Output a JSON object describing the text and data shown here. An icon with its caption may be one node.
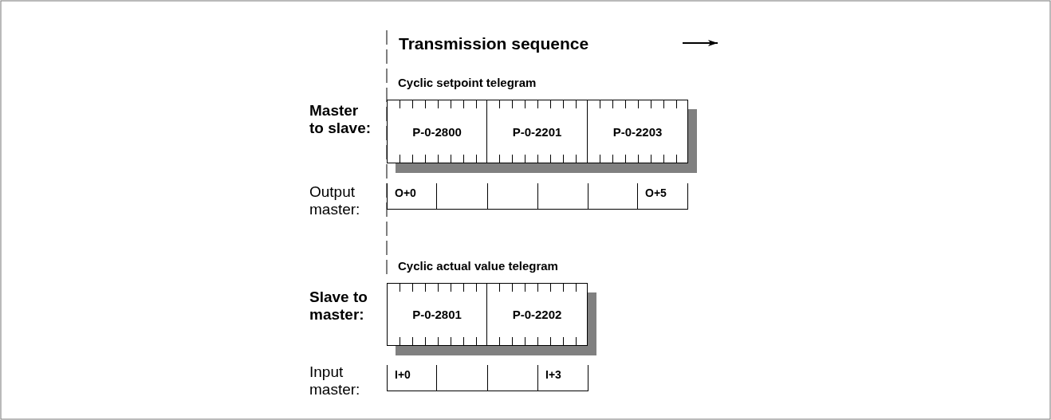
{
  "diagram": {
    "nodes": [
      {
        "text": [
          "Cyclic setpoint telegram"
        ]
      },
      {
        "text": [
          "P-0-2800"
        ],
        "in": 0
      },
      {
        "text": [
          "P-0-2201"
        ],
        "in": 0
      },
      {
        "text": [
          "P-0-2203"
        ],
        "in": 0
      },
      {
        "text": [
          "O+0"
        ]
      },
      {
        "text": [],
        "shape": "box"
      },
      {
        "text": [],
        "shape": "box"
      },
      {
        "text": [],
        "shape": "box"
      },
      {
        "text": [],
        "shape": "box"
      },
      {
        "text": [
          "O+5"
        ]
      },
      {
        "text": [
          "Cyclic actual value telegram"
        ]
      },
      {
        "text": [
          "P-0-2801"
        ],
        "in": 10
      },
      {
        "text": [
          "P-0-2202"
        ],
        "in": 10
      },
      {
        "text": [
          "I+0"
        ]
      },
      {
        "text": [],
        "shape": "box"
      },
      {
        "text": [],
        "shape": "box"
      },
      {
        "text": [
          "I+3"
        ]
      }
    ],
    "edges": [],
    "labels": [
      "Transmission sequence",
      "Master to slave:",
      "Output master:",
      "Slave to master:",
      "Input master:"
    ]
  }
}
